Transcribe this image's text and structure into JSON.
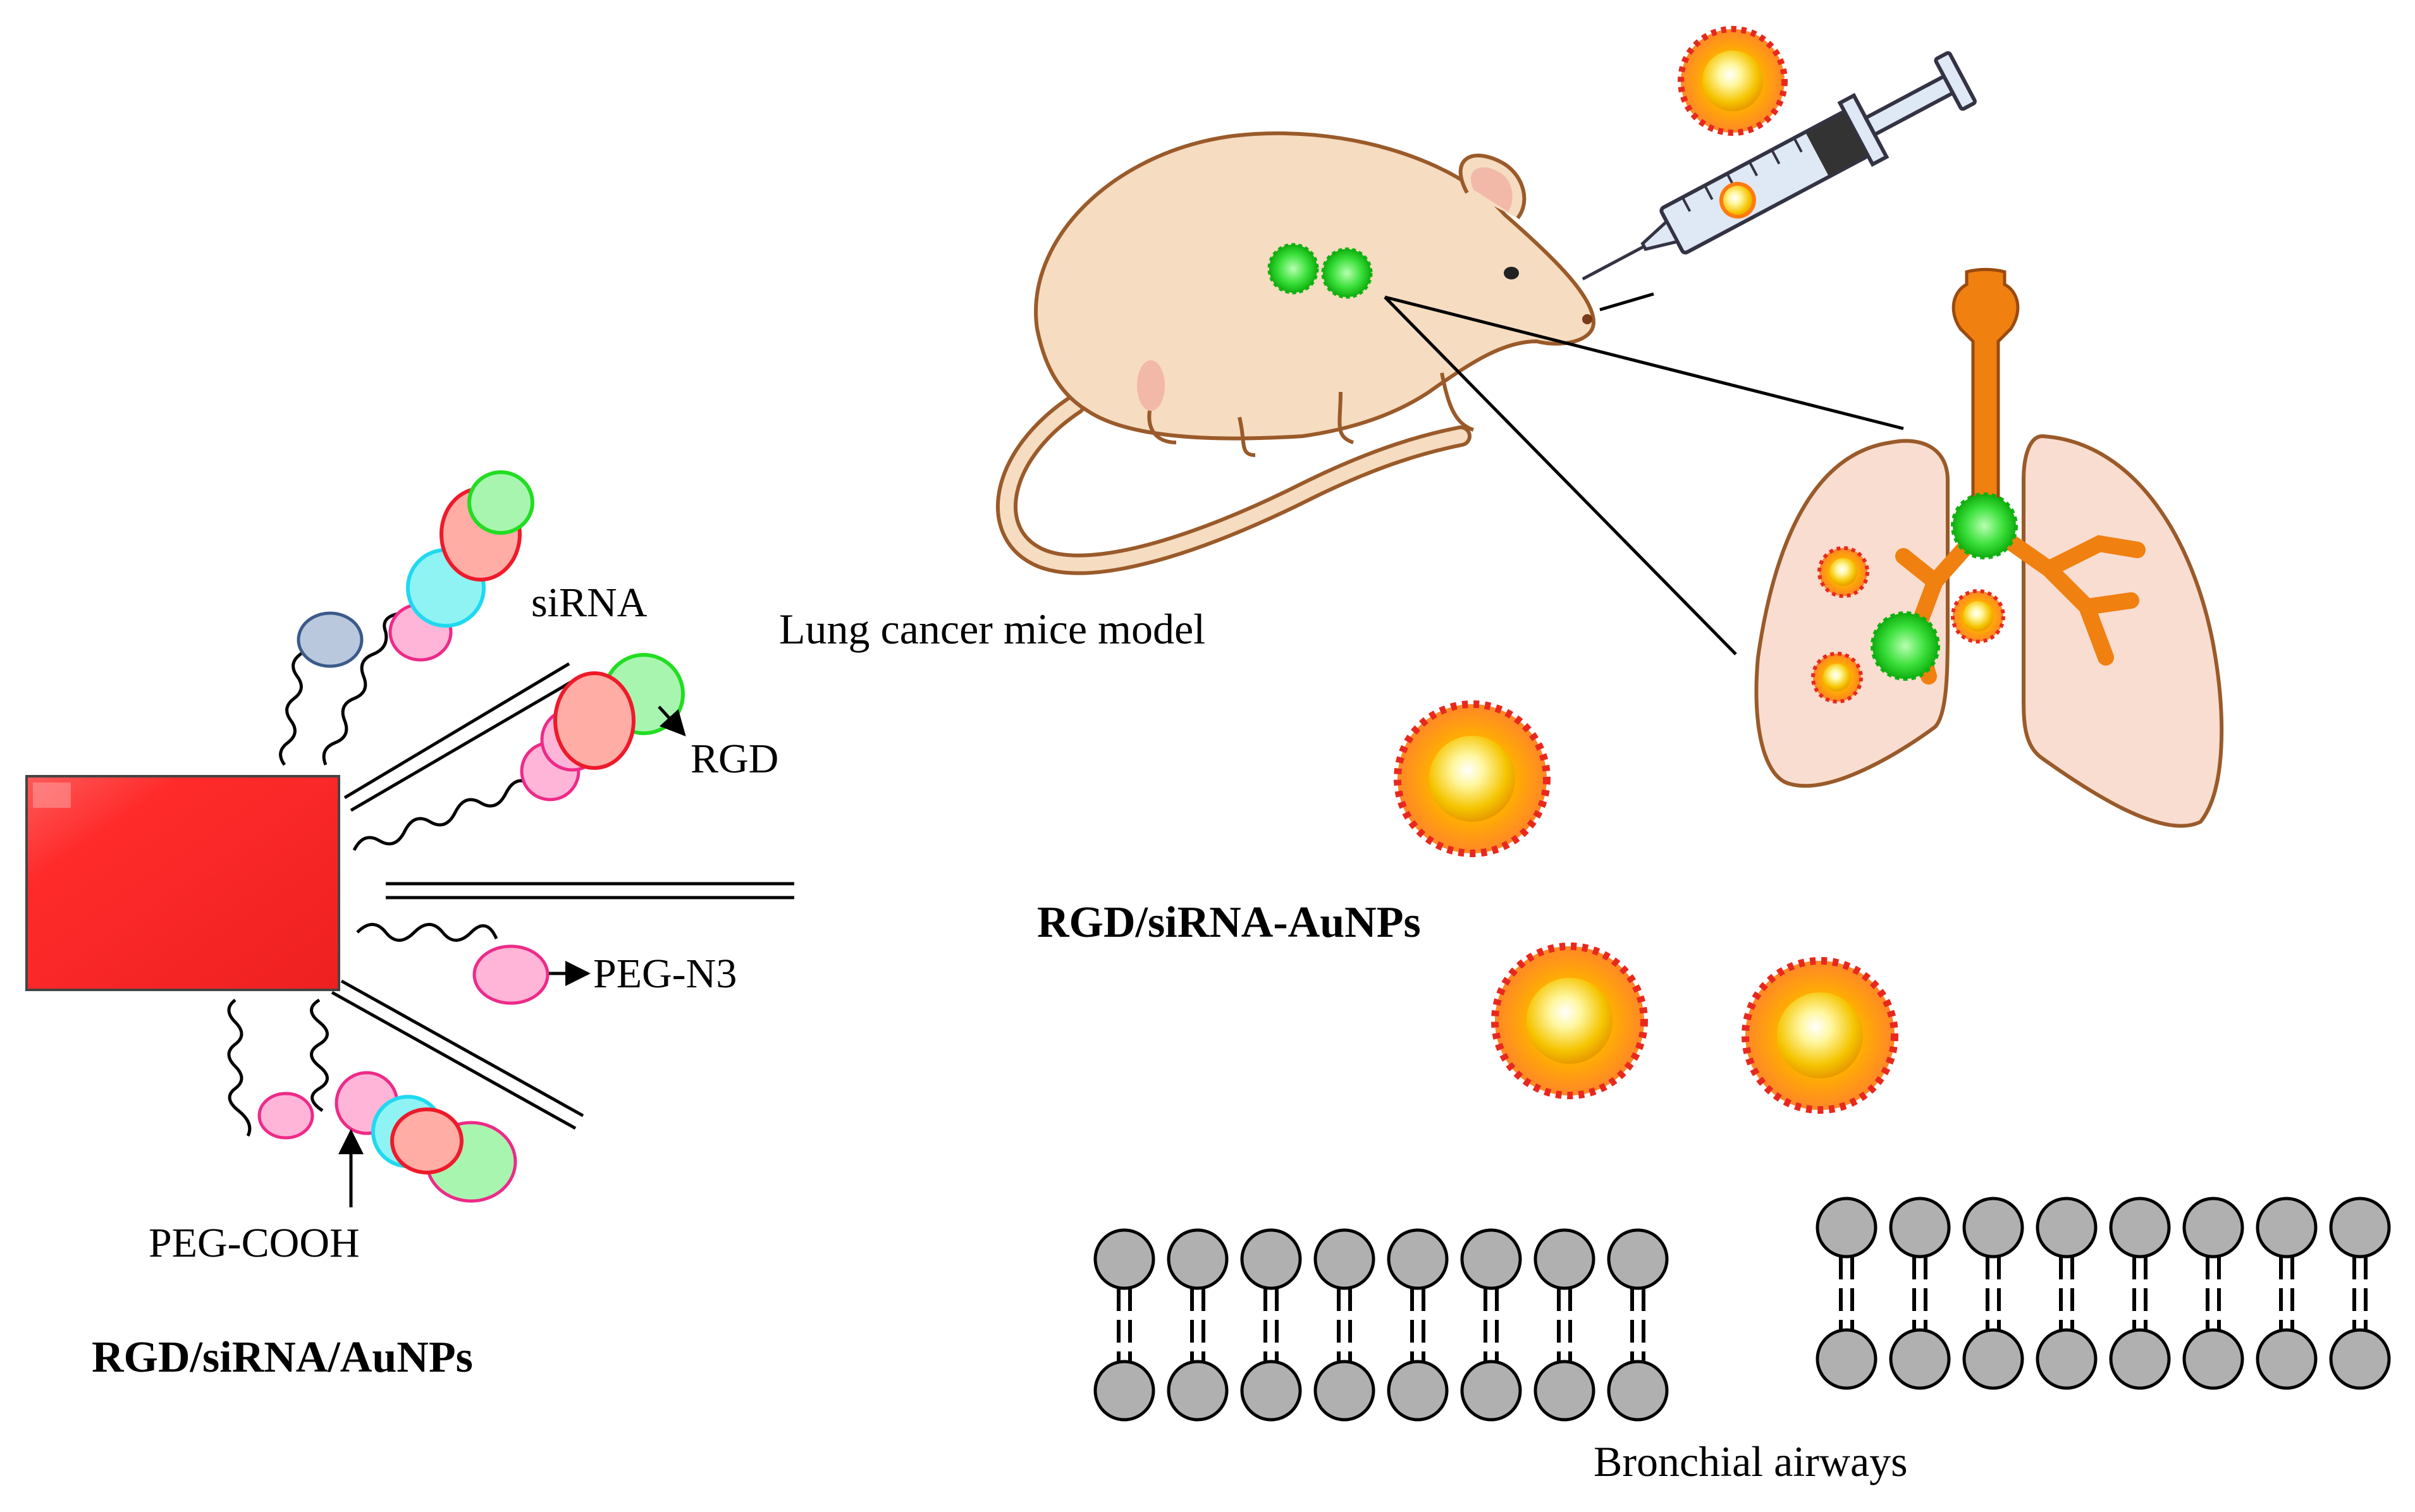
{
  "labels": {
    "sirna": "siRNA",
    "rgd": "RGD",
    "peg_n3": "PEG-N3",
    "peg_cooh": "PEG-COOH",
    "construct_title": "RGD/siRNA/AuNPs",
    "mouse_model": "Lung cancer mice model",
    "nanoparticle_title": "RGD/siRNA-AuNPs",
    "bronchial": "Bronchial airways"
  },
  "colors": {
    "gold_core": "#f5c400",
    "gold_glow": "#fff7a0",
    "spike_red": "#e8281e",
    "green_virus": "#1fd21f",
    "mouse_body": "#f6dcc0",
    "mouse_outline": "#9a5a2a",
    "trachea": "#f08010",
    "lung_fill": "#f9ddd0",
    "lipid_head": "#b0b0b0",
    "block_red": "#ff2b2b"
  },
  "icons": [
    "gold-nanoparticle-icon",
    "tumor-cell-icon",
    "mouse-icon",
    "syringe-icon",
    "lungs-icon",
    "lipid-icon"
  ]
}
